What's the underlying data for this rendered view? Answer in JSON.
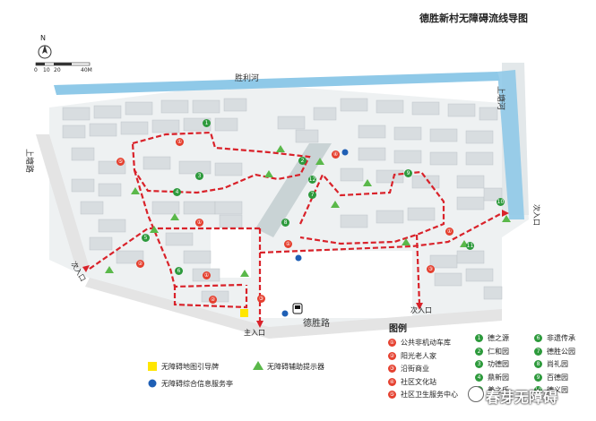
{
  "title": "德胜新村无障碍流线导图",
  "compass": {
    "north": "N",
    "scale_labels": [
      "0",
      "10",
      "20",
      "40M"
    ]
  },
  "roads": {
    "north_river": "胜利河",
    "east_river": "上塘河",
    "west_road": "上塘路",
    "south_road": "德胜路"
  },
  "entrances": {
    "main": "主入口",
    "south_second": "次入口",
    "west_second": "次入口",
    "east_second": "次入口"
  },
  "legend": {
    "heading": "图例",
    "left_items": [
      {
        "label": "无障碍地图引导牌",
        "icon": "yellow-square"
      },
      {
        "label": "无障碍综合信息服务亭",
        "icon": "blue-dot"
      }
    ],
    "middle_item": {
      "label": "无障碍辅助提示器",
      "icon": "green-triangle"
    },
    "red_items": [
      {
        "num": "①",
        "label": "公共非机动车库"
      },
      {
        "num": "②",
        "label": "阳光老人家"
      },
      {
        "num": "③",
        "label": "沿街商业"
      },
      {
        "num": "④",
        "label": "社区文化站"
      },
      {
        "num": "⑤",
        "label": "社区卫生服务中心"
      }
    ],
    "green_items_col1": [
      {
        "num": "1",
        "label": "德之源"
      },
      {
        "num": "2",
        "label": "仁和园"
      },
      {
        "num": "3",
        "label": "功德园"
      },
      {
        "num": "4",
        "label": "鼎新园"
      },
      {
        "num": "5",
        "label": "善之乐"
      }
    ],
    "green_items_col2": [
      {
        "num": "6",
        "label": "非遗传承"
      },
      {
        "num": "7",
        "label": "德胜公园"
      },
      {
        "num": "8",
        "label": "尚礼园"
      },
      {
        "num": "9",
        "label": "百德园"
      },
      {
        "num": "10",
        "label": "德义园"
      }
    ]
  },
  "watermark": "春芽无障碍",
  "colors": {
    "route": "#d9222a",
    "building": "#d8dde0",
    "green": "#5ab84a",
    "info": "#1f5fb5",
    "sign": "#ffe600"
  },
  "route_labels": {
    "red": [
      "①",
      "②",
      "③",
      "④",
      "⑤"
    ],
    "green": [
      "1",
      "2",
      "3",
      "4",
      "5",
      "6",
      "7",
      "8",
      "9",
      "10",
      "11",
      "12"
    ]
  }
}
